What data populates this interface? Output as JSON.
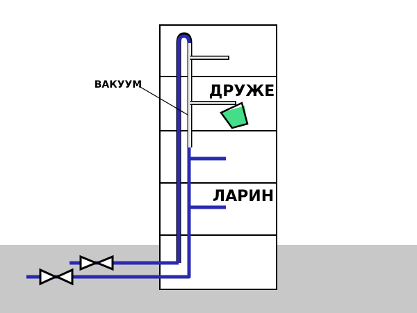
{
  "labels": {
    "vacuum": "ВАКУУМ",
    "upper_floor_name": "ДРУЖЕ",
    "lower_floor_name": "ЛАРИН"
  },
  "colors": {
    "ground": "#c8c8c8",
    "building_fill": "#ffffff",
    "building_stroke": "#000000",
    "pipe": "#2a2ab0",
    "vacuum_pipe": "#dcdcdc",
    "liquid": "#44dd88",
    "valve": "#000000"
  },
  "icons": [
    "valve-icon",
    "glass-icon"
  ]
}
